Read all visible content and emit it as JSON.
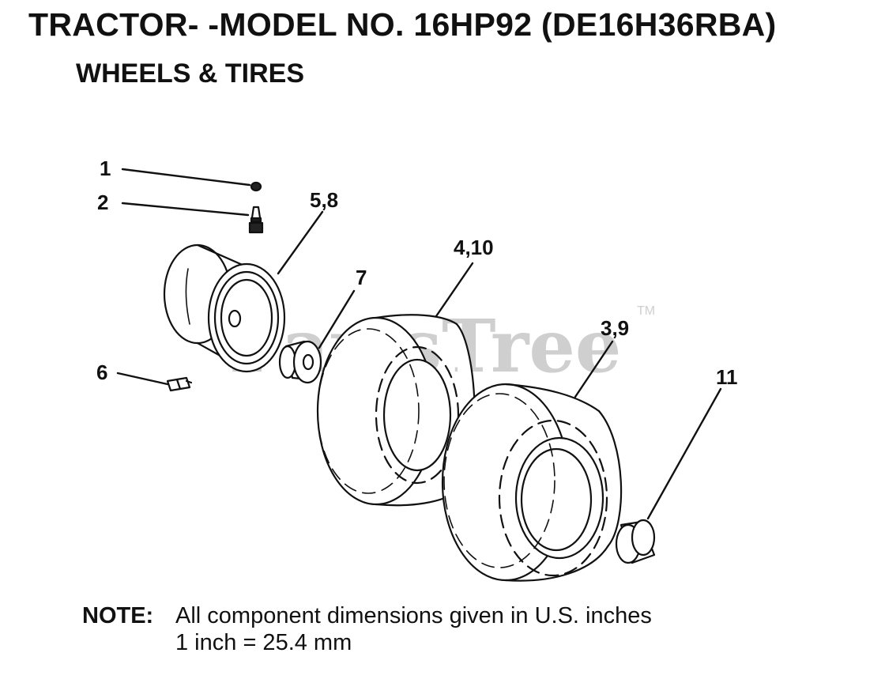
{
  "header": {
    "title": "TRACTOR- -MODEL NO. 16HP92 (DE16H36RBA)",
    "subtitle": "WHEELS & TIRES"
  },
  "watermark": {
    "text": "PartsTree",
    "tm": "TM"
  },
  "callouts": [
    {
      "id": "c1",
      "label": "1",
      "part": "valve-cap"
    },
    {
      "id": "c2",
      "label": "2",
      "part": "valve-stem"
    },
    {
      "id": "c3",
      "label": "5,8",
      "part": "rim"
    },
    {
      "id": "c4",
      "label": "7",
      "part": "bushing"
    },
    {
      "id": "c5",
      "label": "4,10",
      "part": "front-tire"
    },
    {
      "id": "c6",
      "label": "3,9",
      "part": "rear-tire"
    },
    {
      "id": "c7",
      "label": "6",
      "part": "grease-fitting"
    },
    {
      "id": "c8",
      "label": "11",
      "part": "cap"
    }
  ],
  "note": {
    "label": "NOTE:",
    "line1": "All component dimensions given in U.S. inches",
    "line2": "1 inch = 25.4 mm"
  }
}
